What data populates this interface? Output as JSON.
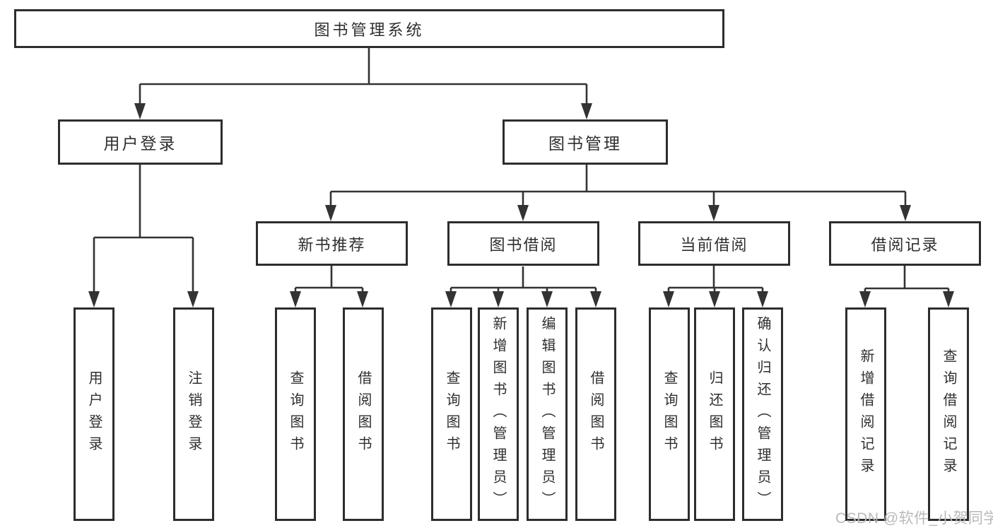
{
  "diagram": {
    "title": "图书管理系统",
    "colors": {
      "background": "#ffffff",
      "line": "#333333",
      "box_border": "#2d2d2d",
      "text": "#2f2f2f",
      "watermark": "#b9b9b9"
    },
    "root": {
      "label": "图书管理系统"
    },
    "level2": [
      {
        "label": "用户登录"
      },
      {
        "label": "图书管理"
      }
    ],
    "level3": [
      {
        "label": "新书推荐"
      },
      {
        "label": "图书借阅"
      },
      {
        "label": "当前借阅"
      },
      {
        "label": "借阅记录"
      }
    ],
    "leaves": {
      "user_login": [
        "用户登录",
        "注销登录"
      ],
      "new_book": [
        "查询图书",
        "借阅图书"
      ],
      "book_borrow": [
        "查询图书",
        "新增图书（管理员）",
        "编辑图书（管理员）",
        "借阅图书"
      ],
      "current_borrow": [
        "查询图书",
        "归还图书",
        "确认归还（管理员）"
      ],
      "borrow_record": [
        "新增借阅记录",
        "查询借阅记录"
      ]
    },
    "watermark": "CSDN @软件_小贺同学"
  }
}
